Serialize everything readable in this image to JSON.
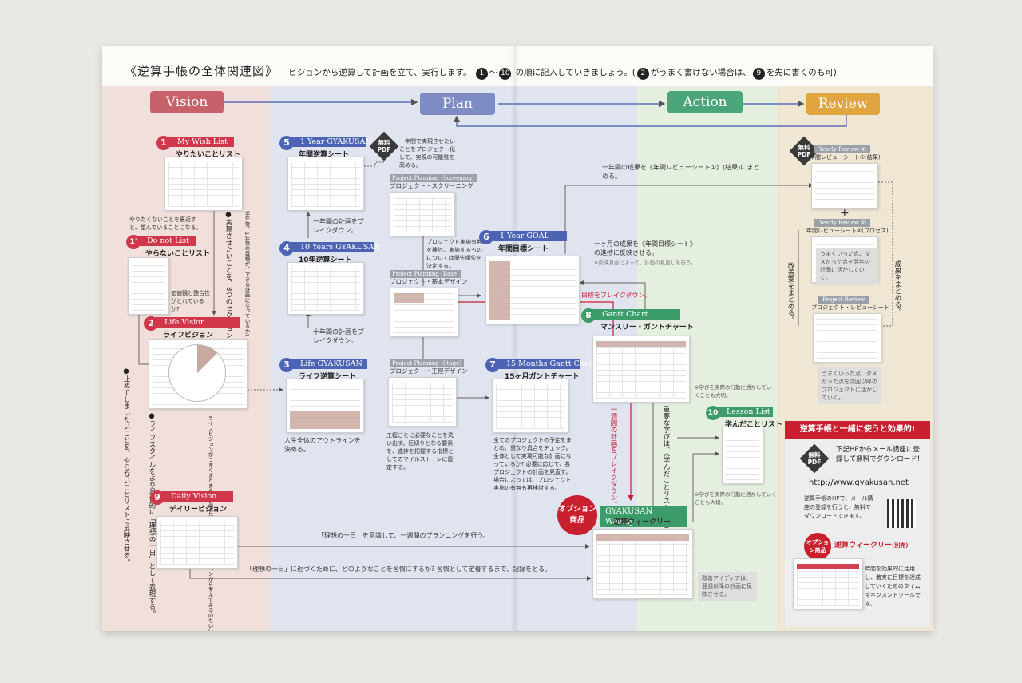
{
  "header": {
    "title": "《逆算手帳の全体関連図》",
    "intro": "ビジョンから逆算して計画を立て、実行します。",
    "num_start": "1",
    "tilde": "〜",
    "num_end": "10",
    "order": "の順に記入していきましょう。(",
    "note_num2": "2",
    "note_mid": "がうまく書けない場合は、",
    "note_num9": "9",
    "note_end": "を先に書くのも可)"
  },
  "phases": [
    {
      "label": "Vision",
      "color": "#c8626a"
    },
    {
      "label": "Plan",
      "color": "#7d8cc4"
    },
    {
      "label": "Action",
      "color": "#4aa57a"
    },
    {
      "label": "Review",
      "color": "#e1a53f"
    }
  ],
  "band_colors": {
    "vision": "#f1dfdb",
    "plan": "#dfe4ef",
    "action": "#e5efe0",
    "review": "#efe6d4"
  },
  "steps": [
    {
      "num": "1",
      "en": "My Wish List",
      "jp": "やりたいことリスト",
      "color": "#d0374a"
    },
    {
      "num": "1'",
      "en": "Do not List",
      "jp": "やらないことリスト",
      "color": "#d0374a"
    },
    {
      "num": "2",
      "en": "Life Vision",
      "jp": "ライフビジョン",
      "color": "#d0374a"
    },
    {
      "num": "3",
      "en": "Life GYAKUSAN",
      "jp": "ライフ逆算シート",
      "color": "#4d64b4"
    },
    {
      "num": "4",
      "en": "10 Years GYAKUSAN",
      "jp": "10年逆算シート",
      "color": "#4d64b4"
    },
    {
      "num": "5",
      "en": "1 Year GYAKUSAN",
      "jp": "年間逆算シート",
      "color": "#4d64b4"
    },
    {
      "num": "6",
      "en": "1 Year GOAL",
      "jp": "年間目標シート",
      "color": "#4d64b4"
    },
    {
      "num": "7",
      "en": "15 Months Gantt Chart",
      "jp": "15ヶ月ガントチャート",
      "color": "#4d64b4"
    },
    {
      "num": "8",
      "en": "Gantt Chart",
      "jp": "マンスリー・ガントチャート",
      "color": "#3b9c69"
    },
    {
      "num": "9",
      "en": "Daily Vision",
      "jp": "デイリービジョン",
      "color": "#d0374a"
    },
    {
      "num": "10",
      "en": "Lesson List",
      "jp": "学んだことリスト",
      "color": "#3b9c69"
    }
  ],
  "sub_sheets": {
    "screening_en": "Project Planning (Screening)",
    "screening_jp": "プロジェクト・スクリーニング",
    "base_en": "Project Planning (Base)",
    "base_jp": "プロジェクト・基本デザイン",
    "stage_en": "Project Planning (Stage)",
    "stage_jp": "プロジェクト・工程デザイン",
    "yr1_en": "Yearly Review ①",
    "yr1_jp": "年間レビューシート①(結果)",
    "yr2_en": "Yearly Review ②",
    "yr2_jp": "年間レビューシート②(プロセス)",
    "pr_en": "Project Review",
    "pr_jp": "プロジェクト・レビューシート",
    "weekly_en": "GYAKUSAN Weekly",
    "weekly_jp": "逆算ウィークリー",
    "plus": "+"
  },
  "badges": {
    "free_pdf": "無料PDF",
    "option": "オプション商品"
  },
  "notes": {
    "wish_note": "やりたくないことを裏返すと、望んでいることになる。",
    "donot_note": "価値観と整合性がとれているか?",
    "v_8sections": "●実現させたいことを、8つのセクションにまとめる。",
    "v_vision_check": "半年後、1年後の目標が、できる計画になっているか?",
    "v_stop_list": "●止めてしまいたいことを、やらないことリストに反映させる。",
    "v_lifestyle": "●ライフスタイルをより具体的に「理想の一日」として表現する。",
    "v_hint": "ライフビジョンがうまくまとまらない場合は、先にデイリービジョンから考えてみるのもいい。",
    "plan_10to1": "一年間の計画をブレイクダウン。",
    "plan_lifeto10": "十年間の計画をブレイクダウン。",
    "life_outline": "人生全体のアウトラインを決める。",
    "screening_note": "一年間で実現させたいことをプロジェクト化して、実現の可能性を高める。",
    "base_note": "プロジェクト実施有無を検討。実施するものについては優先順位を決定する。",
    "stage_note": "工程ごとに必要なことを洗い出す。区切りとなる要素を、進捗を把握する指標としてのマイルストーンに設定する。",
    "gantt15_note": "全てのプロジェクトの予定をまとめ、重なり具合をチェック。全体として実現可能な計画になっているか? 必要に応じて、各プロジェクトの計画を見直す。場合によっては、プロジェクト実施の有無も再検討する。",
    "year_result": "一年間の成果を《年間レビューシート①》(結果)にまとめる。",
    "month_result": "一ヶ月の成果を《年間目標シート》の進捗に反映させる。",
    "month_result_sub": "※反映具合によって、計画の見直しを行う。",
    "goal_breakdown": "目標をブレイクダウン。",
    "week_breakdown": "一週間の計画をブレイクダウン。",
    "lesson_to_list": "重要な学びは、《学んだことリスト》にまとめる。",
    "lesson_act_a": "※学びを実際の行動に活かしていくことも大切。",
    "lesson_act_b": "※学びを実際の行動に活かしていくことも大切。",
    "ideal_weekly": "「理想の一日」を意識して、一週間のプランニングを行う。",
    "ideal_habit": "「理想の一日」に近づくために、どのようなことを習慣にするか? 習慣として定着するまで、記録をとる。",
    "review_kaizen": "改善案をまとめる。",
    "review_seika": "成果をまとめる。",
    "review_tip_a": "うまくいった点、ダメだった点を翌年の計画に活かしていく。",
    "review_tip_b": "うまくいった点、ダメだった点を次回以降のプロジェクトに活かしていく。",
    "kaizen_note": "改善アイディアは、翌週以降の計画に反映させる。"
  },
  "promo": {
    "title": "逆算手帳と一緒に使うと効果的!",
    "download": "下記HPからメール講座に登録して無料でダウンロード!",
    "url": "http://www.gyakusan.net",
    "desc": "逆算手帳のHPで、メール講座の登録を行うと、無料でダウンロードできます。",
    "weekly_name": "逆算ウィークリー",
    "weekly_sep": "(別売)",
    "weekly_desc": "時間を効果的に活用し、着実に目標を達成していくためのタイムマネジメントツールです。"
  }
}
